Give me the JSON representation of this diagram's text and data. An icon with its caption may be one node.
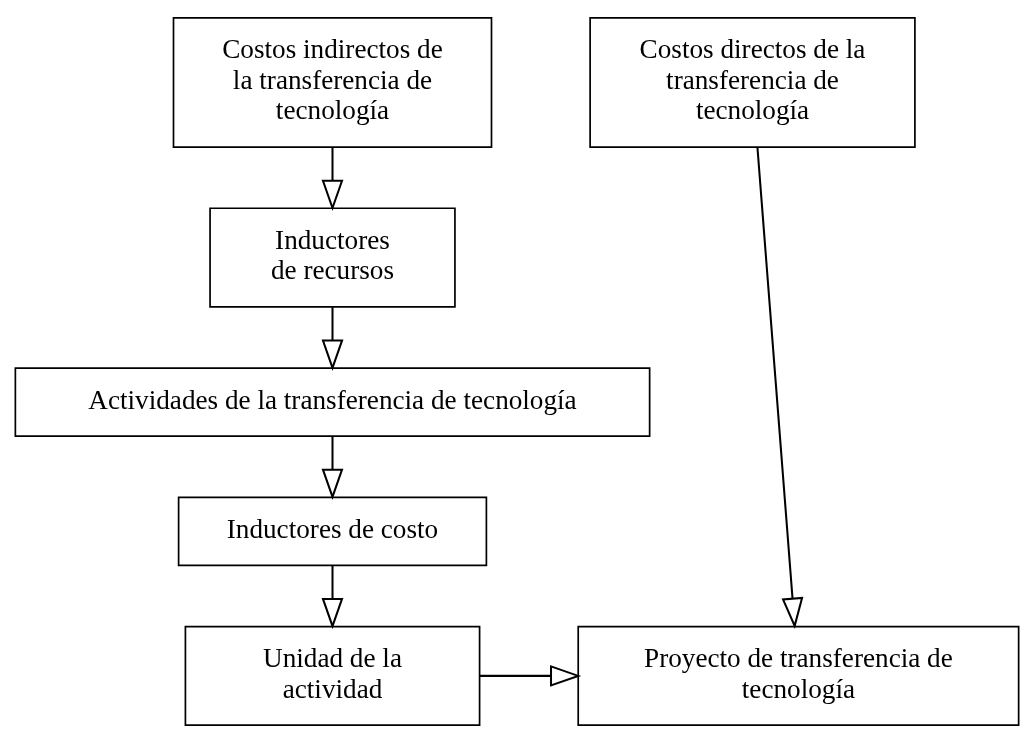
{
  "diagram": {
    "nodes": [
      {
        "text": [
          "Costos directos de la transferencia de tecnología"
        ]
      },
      {
        "text": [
          "Costos indirectos de la transferencia de tecnología"
        ]
      },
      {
        "text": [
          "Inductores de recursos"
        ]
      },
      {
        "text": [
          "Actividades de la transferencia de tecnología"
        ]
      },
      {
        "text": [
          "Inductores de costo"
        ]
      },
      {
        "text": [
          "Unidad de la actividad"
        ]
      },
      {
        "text": [
          "Proyecto de transferencia de tecnología"
        ]
      }
    ],
    "edges": [
      {
        "from": 0,
        "to": 6,
        "arrow": "to"
      },
      {
        "from": 1,
        "to": 2,
        "arrow": "to"
      },
      {
        "from": 2,
        "to": 3,
        "arrow": "to"
      },
      {
        "from": 3,
        "to": 4,
        "arrow": "to"
      },
      {
        "from": 4,
        "to": 5,
        "arrow": "to"
      },
      {
        "from": 5,
        "to": 6,
        "arrow": "to"
      }
    ]
  }
}
